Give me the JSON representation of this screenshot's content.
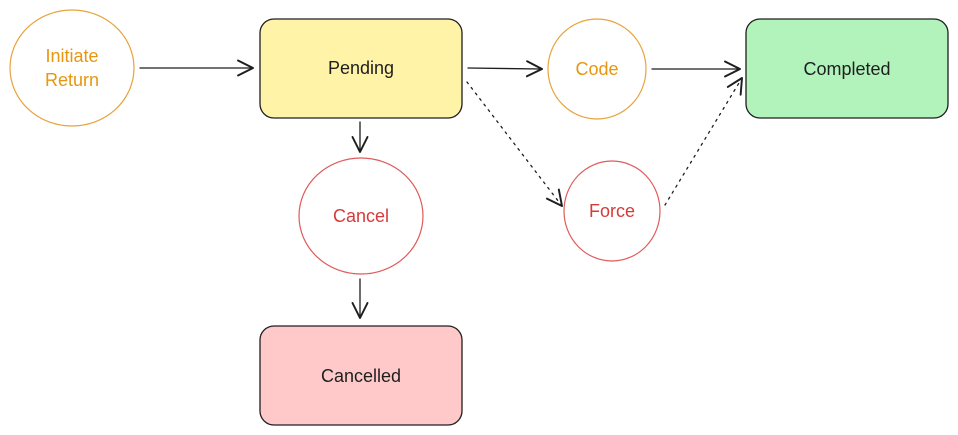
{
  "diagram": {
    "nodes": {
      "initiate_return": {
        "line1": "Initiate",
        "line2": "Return"
      },
      "pending": {
        "label": "Pending"
      },
      "code": {
        "label": "Code"
      },
      "completed": {
        "label": "Completed"
      },
      "cancel": {
        "label": "Cancel"
      },
      "force": {
        "label": "Force"
      },
      "cancelled": {
        "label": "Cancelled"
      }
    },
    "edges": [
      {
        "from": "Initiate Return",
        "to": "Pending",
        "style": "solid"
      },
      {
        "from": "Pending",
        "to": "Code",
        "style": "solid"
      },
      {
        "from": "Code",
        "to": "Completed",
        "style": "solid"
      },
      {
        "from": "Pending",
        "to": "Cancel",
        "style": "solid"
      },
      {
        "from": "Cancel",
        "to": "Cancelled",
        "style": "solid"
      },
      {
        "from": "Pending",
        "to": "Force",
        "style": "dotted"
      },
      {
        "from": "Force",
        "to": "Completed",
        "style": "dotted"
      }
    ]
  },
  "colors": {
    "pending_fill": "#fff3a8",
    "completed_fill": "#b2f2bb",
    "cancelled_fill": "#ffc9c9",
    "box_stroke": "#1e1e1e",
    "orange": "#e8a33d",
    "orange_text": "#e8960f",
    "red": "#e05a5a",
    "red_text": "#d63a3a"
  }
}
